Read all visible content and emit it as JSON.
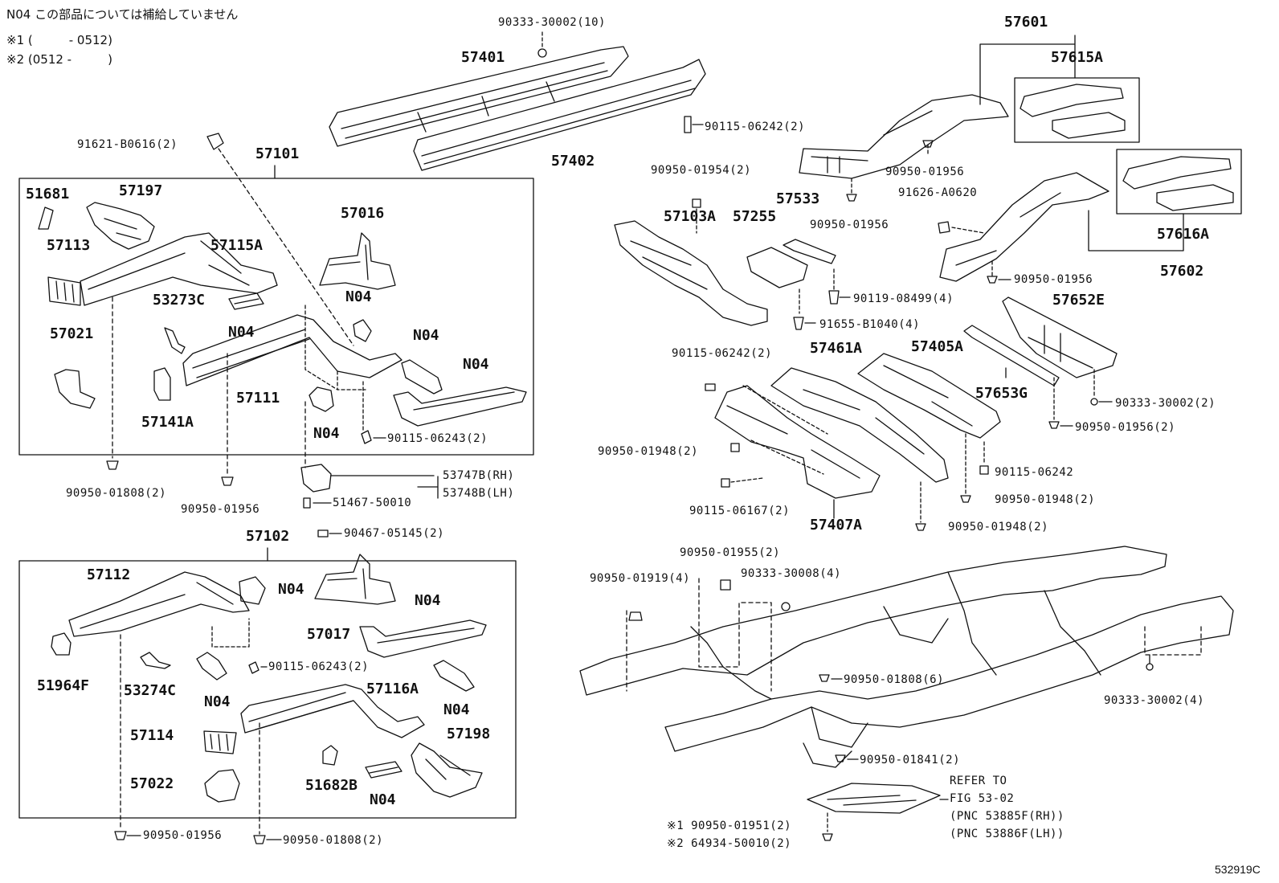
{
  "diagram": {
    "notes": [
      "N04 この部品については補給していません",
      "※1 (　　　- 0512)",
      "※2 (0512 -　　　)"
    ],
    "figure_id": "532919C",
    "groups": [
      "57101",
      "57102",
      "57601",
      "57602"
    ],
    "labels": {
      "l_90333_30002_10": "90333-30002(10)",
      "l_57401": "57401",
      "l_57402": "57402",
      "l_90115_06242_a": "90115-06242(2)",
      "l_91621": "91621-B0616(2)",
      "l_51681": "51681",
      "l_57197": "57197",
      "l_57113": "57113",
      "l_57115a": "57115A",
      "l_57016": "57016",
      "l_53273c": "53273C",
      "l_n04_a": "N04",
      "l_n04_b": "N04",
      "l_n04_c": "N04",
      "l_n04_d": "N04",
      "l_n04_e": "N04",
      "l_57021": "57021",
      "l_57111": "57111",
      "l_57141a": "57141A",
      "l_90115_06243_a": "90115-06243(2)",
      "l_90950_01808_a": "90950-01808(2)",
      "l_90950_01956_a": "90950-01956",
      "l_53747b": "53747B(RH)",
      "l_53748b": "53748B(LH)",
      "l_51467": "51467-50010",
      "l_90467": "90467-05145(2)",
      "l_57112": "57112",
      "l_n04_f": "N04",
      "l_n04_g": "N04",
      "l_n04_h": "N04",
      "l_n04_i": "N04",
      "l_n04_j": "N04",
      "l_51964f": "51964F",
      "l_53274c": "53274C",
      "l_57017": "57017",
      "l_90115_06243_b": "90115-06243(2)",
      "l_57116a": "57116A",
      "l_57114": "57114",
      "l_57198": "57198",
      "l_57022": "57022",
      "l_51682b": "51682B",
      "l_90950_01956_b": "90950-01956",
      "l_90950_01808_b": "90950-01808(2)",
      "l_57615a": "57615A",
      "l_90950_01956_c": "90950-01956",
      "l_90950_01954": "90950-01954(2)",
      "l_90950_01956_d": "90950-01956",
      "l_91626": "91626-A0620",
      "l_57616a": "57616A",
      "l_57103a": "57103A",
      "l_57255": "57255",
      "l_57533": "57533",
      "l_90950_01956_e": "90950-01956",
      "l_90119": "90119-08499(4)",
      "l_91655": "91655-B1040(4)",
      "l_57652e": "57652E",
      "l_90115_06242_b": "90115-06242(2)",
      "l_57461a": "57461A",
      "l_57405a": "57405A",
      "l_57653g": "57653G",
      "l_90333_30002_2": "90333-30002(2)",
      "l_90950_01956_f": "90950-01956(2)",
      "l_90950_01948_a": "90950-01948(2)",
      "l_90115_06242_c": "90115-06242",
      "l_90115_06167": "90115-06167(2)",
      "l_90950_01948_b": "90950-01948(2)",
      "l_57407a": "57407A",
      "l_90950_01948_c": "90950-01948(2)",
      "l_90950_01955": "90950-01955(2)",
      "l_90950_01919": "90950-01919(4)",
      "l_90333_30008": "90333-30008(4)",
      "l_90950_01808_c": "90950-01808(6)",
      "l_90333_30002_4": "90333-30002(4)",
      "l_90950_01841": "90950-01841(2)",
      "l_refer1": "REFER TO",
      "l_refer2": "FIG 53-02",
      "l_refer3": "(PNC 53885F(RH))",
      "l_refer4": "(PNC 53886F(LH))",
      "l_s1": "※1 90950-01951(2)",
      "l_s2": "※2 64934-50010(2)"
    }
  }
}
